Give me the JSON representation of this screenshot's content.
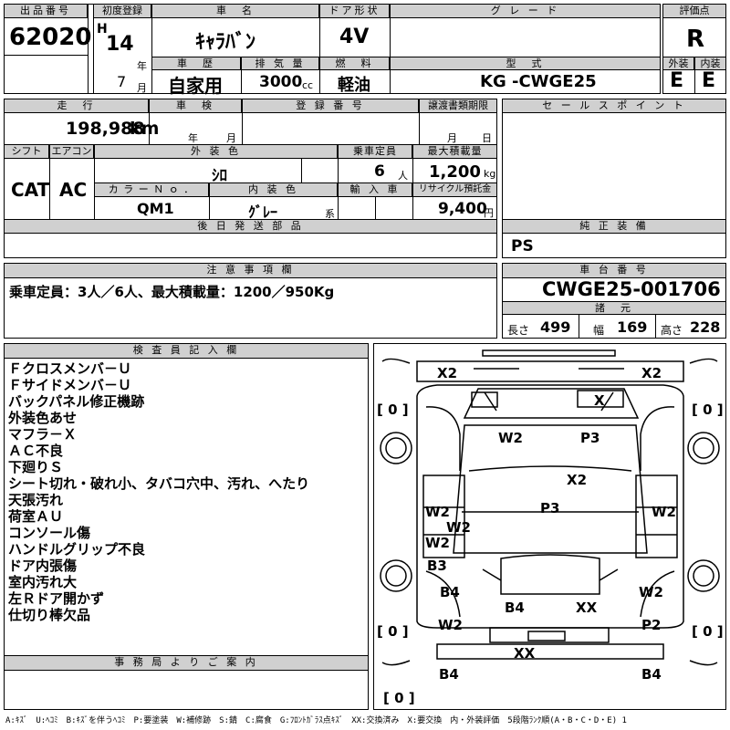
{
  "top": {
    "lot_no": {
      "label": "出品番号",
      "value": "62020"
    },
    "first_reg": {
      "label": "初度登録",
      "era": "H",
      "year": "14",
      "year_unit": "年",
      "month": "7",
      "month_unit": "月"
    },
    "car_name": {
      "label": "車　名",
      "value": "ｷｬﾗﾊﾞﾝ"
    },
    "door": {
      "label": "ドア形状",
      "value": "4V"
    },
    "grade": {
      "label": "グ レ ー ド",
      "value": ""
    },
    "score": {
      "label": "評価点",
      "value": "R"
    },
    "history": {
      "label": "車　歴",
      "value": "自家用"
    },
    "displacement": {
      "label": "排 気 量",
      "value": "3000",
      "unit": "cc"
    },
    "fuel": {
      "label": "燃　料",
      "value": "軽油"
    },
    "model": {
      "label": "型　式",
      "value": "KG -CWGE25"
    },
    "exterior_score": {
      "label": "外装",
      "value": "E"
    },
    "interior_score": {
      "label": "内装",
      "value": "E"
    }
  },
  "mid": {
    "mileage": {
      "label": "走　行",
      "value": "198,988",
      "unit": "km"
    },
    "inspection": {
      "label": "車　検",
      "year_unit": "年",
      "month_unit": "月"
    },
    "reg_no": {
      "label": "登 録 番 号",
      "value": ""
    },
    "transfer_deadline": {
      "label": "譲渡書類期限",
      "month_unit": "月",
      "day_unit": "日"
    },
    "shift": {
      "label": "シフト",
      "value": "CAT"
    },
    "aircon": {
      "label": "エアコン",
      "value": "AC"
    },
    "ext_color": {
      "label": "外 装 色",
      "value": "ｼﾛ"
    },
    "capacity": {
      "label": "乗車定員",
      "value": "6",
      "unit": "人"
    },
    "max_load": {
      "label": "最大積載量",
      "value": "1,200",
      "unit": "kg"
    },
    "color_no": {
      "label": "カ ラ ー Ｎ ｏ ．",
      "value": "QM1"
    },
    "int_color": {
      "label": "内 装 色",
      "value": "ｸﾞﾚｰ",
      "unit": "系"
    },
    "import": {
      "label": "輸 入 車",
      "value": ""
    },
    "recycle": {
      "label": "リサイクル預託金",
      "value": "9,400",
      "unit": "円"
    },
    "later_parts": {
      "label": "後 日 発 送 部 品",
      "value": ""
    },
    "sales_point": {
      "label": "セ ー ル ス ポ イ ン ト",
      "value": ""
    },
    "genuine_equipment": {
      "label": "純 正 装 備",
      "value": "PS"
    }
  },
  "caution": {
    "label": "注 意 事 項 欄",
    "value": "乗車定員：3人／6人、最大積載量：1200／950Kg"
  },
  "chassis": {
    "label": "車 台 番 号",
    "value": "CWGE25-001706"
  },
  "specs": {
    "label": "諸　元",
    "length": {
      "label": "長さ",
      "value": "499"
    },
    "width": {
      "label": "幅",
      "value": "169"
    },
    "height": {
      "label": "高さ",
      "value": "228"
    }
  },
  "inspector": {
    "label": "検 査 員 記 入 欄",
    "lines": [
      "Ｆクロスメンバ－Ｕ",
      "Ｆサイドメンバ－Ｕ",
      "バックパネル修正機跡",
      "外装色あせ",
      "マフラ－Ｘ",
      "ＡＣ不良",
      "下廻りＳ",
      "シート切れ・破れ小、タバコ穴中、汚れ、へたり",
      "天張汚れ",
      "荷室ＡＵ",
      "コンソール傷",
      "ハンドルグリップ不良",
      "ドア内張傷",
      "室内汚れ大",
      "左Ｒドア開かず",
      "仕切り棒欠品"
    ]
  },
  "office": {
    "label": "事 務 局 よ り ご 案 内",
    "value": ""
  },
  "diagram": {
    "tires": [
      "[ 0 ]",
      "[ 0 ]",
      "[ 0 ]",
      "[ 0 ]",
      "[ 0 ]"
    ],
    "marks": [
      "X2",
      "X2",
      "X",
      "W2",
      "P3",
      "X2",
      "P3",
      "W2",
      "W2",
      "W2",
      "W2",
      "B3",
      "B4",
      "W2",
      "B4",
      "XX",
      "W2",
      "P2",
      "XX",
      "B4",
      "B4"
    ]
  },
  "legend": "A:ｷｽﾞ　U:ﾍｺﾐ　B:ｷｽﾞを伴うﾍｺﾐ　P:要塗装　W:補修跡　S:錆　C:腐食　G:ﾌﾛﾝﾄｶﾞﾗｽ点ｷｽﾞ　XX:交換済み　X:要交換　内・外装評価　5段階ﾗﾝｸ順(A・B・C・D・E) 1"
}
